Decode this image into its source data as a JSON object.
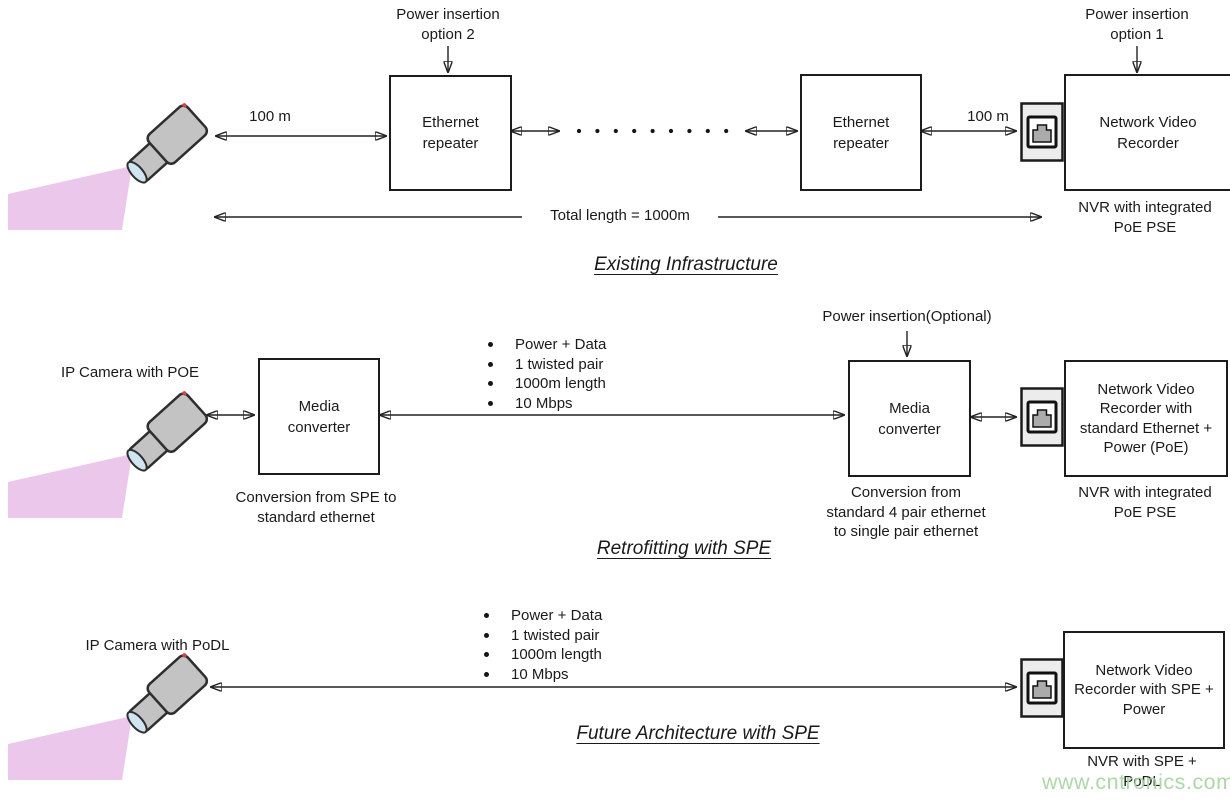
{
  "watermark": {
    "text": "www.cntronics.com"
  },
  "existing": {
    "title": "Existing Infrastructure",
    "power_insertion_option2": "Power insertion\noption 2",
    "power_insertion_option1": "Power insertion\noption 1",
    "camera_to_repeater_distance": "100 m",
    "repeater_to_nvr_distance": "100 m",
    "repeater_left": "Ethernet\nrepeater",
    "repeater_right": "Ethernet\nrepeater",
    "nvr": "Network Video\nRecorder",
    "nvr_caption": "NVR with integrated\nPoE PSE",
    "total_length": "Total length = 1000m"
  },
  "retrofit": {
    "title": "Retrofitting with SPE",
    "camera_label": "IP Camera with POE",
    "media_converter_left": "Media\nconverter",
    "media_converter_left_caption": "Conversion from SPE to\nstandard ethernet",
    "power_insertion": "Power insertion(Optional)",
    "media_converter_right": "Media\nconverter",
    "media_converter_right_caption": "Conversion from\nstandard 4 pair ethernet\nto single pair ethernet",
    "link_bullets": [
      "Power + Data",
      "1 twisted pair",
      "1000m length",
      "10 Mbps"
    ],
    "nvr": "Network Video\nRecorder with\nstandard Ethernet +\nPower (PoE)",
    "nvr_caption": "NVR with integrated\nPoE PSE"
  },
  "future": {
    "title": "Future Architecture with SPE",
    "camera_label": "IP Camera with PoDL",
    "link_bullets": [
      "Power + Data",
      "1 twisted pair",
      "1000m length",
      "10 Mbps"
    ],
    "nvr": "Network Video\nRecorder with SPE +\nPower",
    "nvr_caption": "NVR with SPE +\nPoDL"
  }
}
